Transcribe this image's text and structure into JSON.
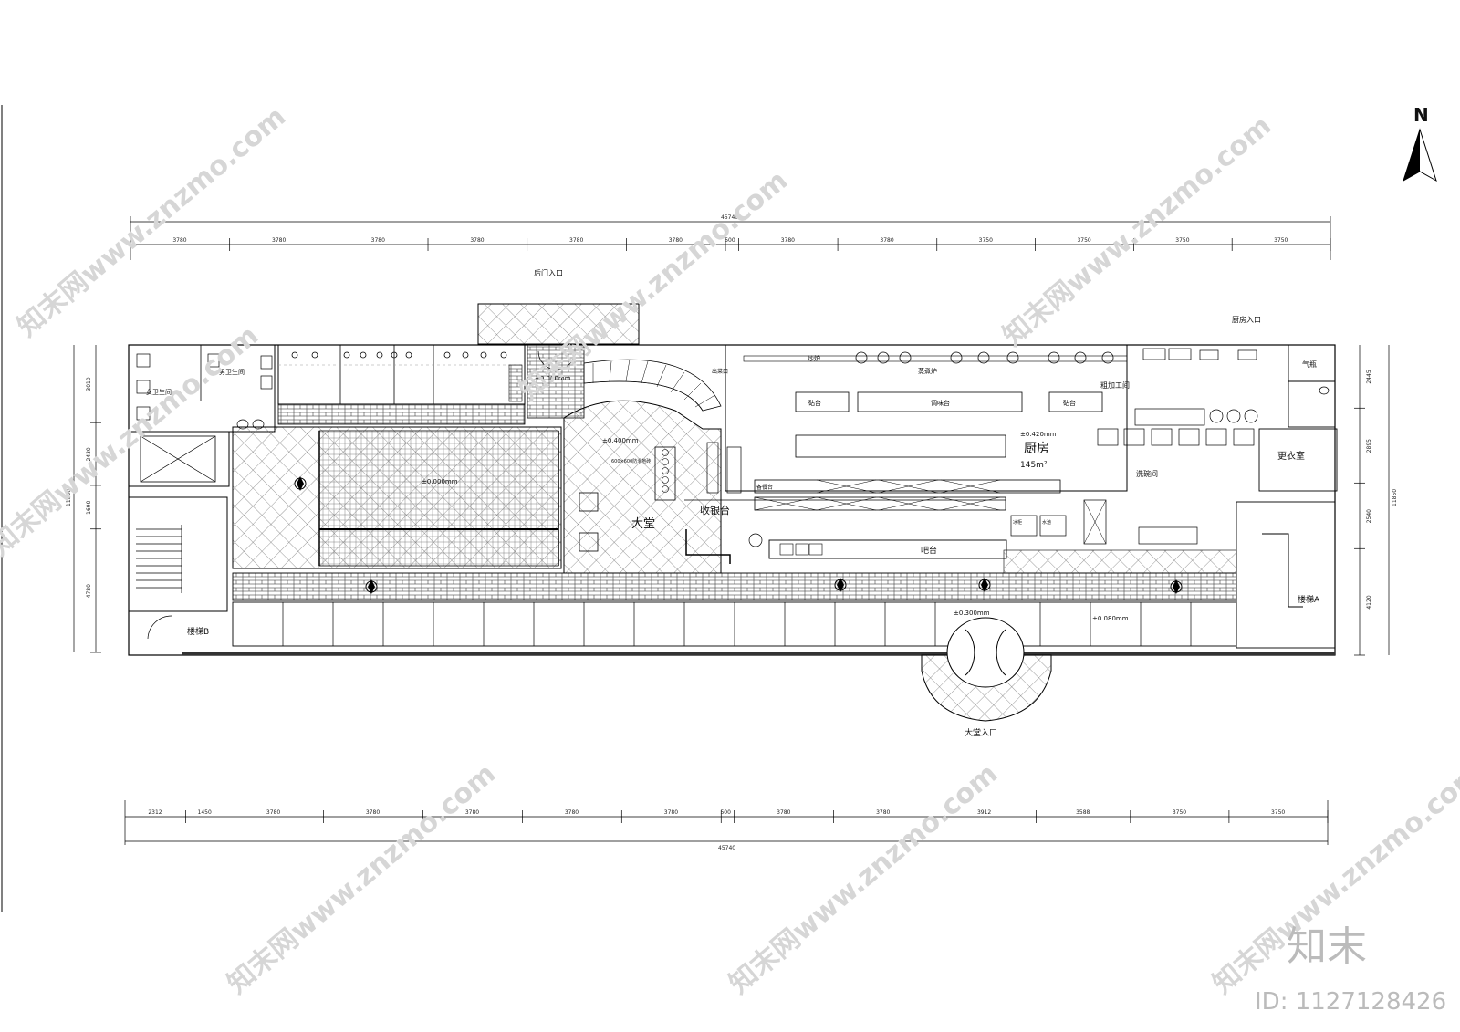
{
  "north_label": "N",
  "top_dims": {
    "total": "45740",
    "segments": [
      "3780",
      "3780",
      "3780",
      "3780",
      "3780",
      "3780",
      "500",
      "3780",
      "3780",
      "3750",
      "3750",
      "3750",
      "3750"
    ]
  },
  "bottom_dims": {
    "total": "45740",
    "segments": [
      "2312",
      "1450",
      "3780",
      "3780",
      "3780",
      "3780",
      "3780",
      "500",
      "3780",
      "3780",
      "3912",
      "3588",
      "3750",
      "3750"
    ]
  },
  "left_dims": [
    "3010",
    "2430",
    "1690",
    "4780"
  ],
  "left_total": "11850",
  "right_dims": [
    "2445",
    "2895",
    "2540",
    "4120"
  ],
  "right_total": "11850",
  "rooms": {
    "back_entrance": "后门入口",
    "staff_entrance": "厨房入口",
    "female_wc": "女卫生间",
    "male_wc": "男卫生间",
    "gas": "气瓶",
    "kitchen": "厨房",
    "kitchen_area": "145m²",
    "kitchen_level": "±0.420mm",
    "prep_room": "粗加工间",
    "locker": "更衣室",
    "wash_room": "洗碗间",
    "hall": "大堂",
    "hall_level": "±0.400mm",
    "hall_tile": "600×600防滑地砖",
    "dining_level": "±0.000mm",
    "stair_level": "±0.000mm",
    "cashier": "收银台",
    "bar": "吧台",
    "stairs_a": "楼梯A",
    "stairs_b": "楼梯B",
    "main_entrance": "大堂入口",
    "entry_level": "±0.300mm",
    "corridor_level": "±0.080mm",
    "stove_row": "炒炉",
    "hood": "蒸煮炉",
    "counter_a": "砧台",
    "counter_b": "调味台",
    "counter_c": "砧台",
    "counter_d": "备餐台",
    "fridge": "冰柜",
    "sink": "水池",
    "side": "出菜口"
  },
  "watermark": {
    "site": "知末网www.znzmo.com",
    "brand": "知末",
    "id": "ID: 1127128426"
  }
}
